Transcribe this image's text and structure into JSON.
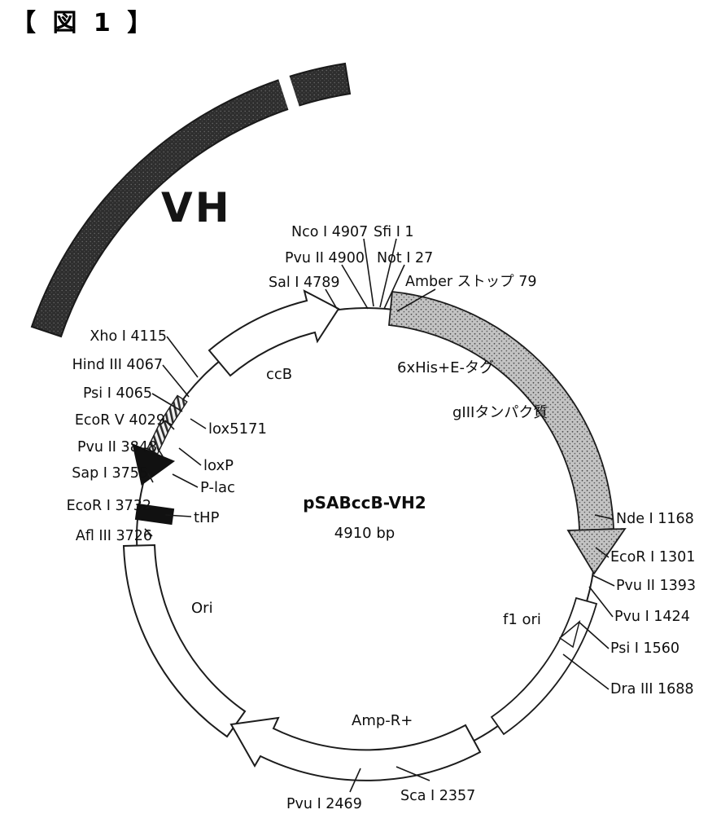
{
  "figure": {
    "caption": "【 図 1 】"
  },
  "plasmid": {
    "name": "pSABccB-VH2",
    "size": "4910 bp"
  },
  "regions": {
    "vh": "VH",
    "ccb": "ccB",
    "his_tag": "6xHis+E-タグ",
    "giii": "gIIIタンパク質",
    "lox5171": "lox5171",
    "loxp": "loxP",
    "plac": "P-lac",
    "thp": "tHP",
    "ori": "Ori",
    "f1ori": "f1 ori",
    "ampr": "Amp-R+"
  },
  "sites": {
    "nco": "Nco I 4907",
    "sfi": "Sfi I 1",
    "pvu2_4900": "Pvu II 4900",
    "not": "Not I 27",
    "sal": "Sal I 4789",
    "amber": "Amber ストップ 79",
    "xho": "Xho I 4115",
    "hind": "Hind III 4067",
    "psi_4065": "Psi I 4065",
    "ecorv": "EcoR V 4029",
    "pvu2_3848": "Pvu II 3848",
    "sap": "Sap I 3755",
    "ecori_3732": "EcoR I 3732",
    "afl": "Afl III 3726",
    "nde": "Nde I 1168",
    "ecori_1301": "EcoR I 1301",
    "pvu2_1393": "Pvu II 1393",
    "pvu1_1424": "Pvu I 1424",
    "psi_1560": "Psi I 1560",
    "dra": "Dra III 1688",
    "sca": "Sca I 2357",
    "pvu1_2469": "Pvu I 2469"
  }
}
